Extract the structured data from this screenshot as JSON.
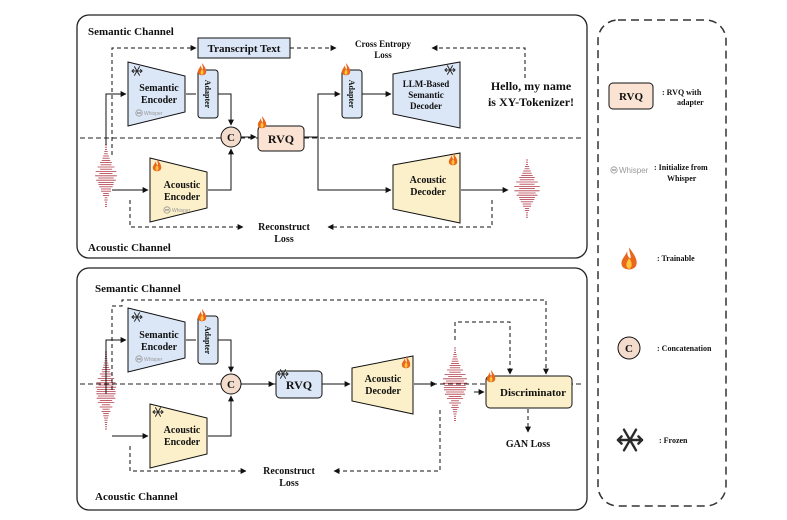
{
  "panel1": {
    "semantic_channel": "Semantic Channel",
    "acoustic_channel": "Acoustic Channel",
    "transcript_text": "Transcript Text",
    "cross_entropy_line1": "Cross Entropy",
    "cross_entropy_line2": "Loss",
    "semantic_encoder_line1": "Semantic",
    "semantic_encoder_line2": "Encoder",
    "whisper_tag": "Whisper",
    "adapter": "Adapter",
    "concat": "C",
    "rvq": "RVQ",
    "decoder_adapter": "Adapter",
    "llm_decoder_line1": "LLM-Based",
    "llm_decoder_line2": "Semantic",
    "llm_decoder_line3": "Decoder",
    "output_line1": "Hello, my name",
    "output_line2": "is XY-Tokenizer!",
    "acoustic_encoder_line1": "Acoustic",
    "acoustic_encoder_line2": "Encoder",
    "acoustic_encoder_tag": "Whisper",
    "acoustic_decoder_line1": "Acoustic",
    "acoustic_decoder_line2": "Decoder",
    "reconstruct_line1": "Reconstruct",
    "reconstruct_line2": "Loss"
  },
  "panel2": {
    "semantic_channel": "Semantic Channel",
    "acoustic_channel": "Acoustic Channel",
    "semantic_encoder_line1": "Semantic",
    "semantic_encoder_line2": "Encoder",
    "whisper_tag": "Whisper",
    "adapter": "Adapter",
    "concat": "C",
    "rvq": "RVQ",
    "acoustic_decoder_line1": "Acoustic",
    "acoustic_decoder_line2": "Decoder",
    "acoustic_encoder_line1": "Acoustic",
    "acoustic_encoder_line2": "Encoder",
    "discriminator": "Discriminator",
    "gan_loss": "GAN Loss",
    "reconstruct_line1": "Reconstruct",
    "reconstruct_line2": "Loss"
  },
  "legend": {
    "rvq_sample": "RVQ",
    "rvq_desc_line1": ": RVQ with",
    "rvq_desc_line2": "adapter",
    "whisper_sample": "Whisper",
    "whisper_desc_line1": ": Initialize from",
    "whisper_desc_line2": "Whisper",
    "trainable_desc": ": Trainable",
    "concat_sample": "C",
    "concat_desc": ": Concatenation",
    "frozen_desc": ": Frozen"
  },
  "colors": {
    "semantic_fill": "#dbe6f7",
    "acoustic_fill": "#fbf0c9",
    "rvq_fill": "#fbe3d4",
    "concat_fill": "#f4dccd",
    "wave": "#b13a48",
    "flame": "#e9661d",
    "frozen": "#2a2a2a"
  }
}
